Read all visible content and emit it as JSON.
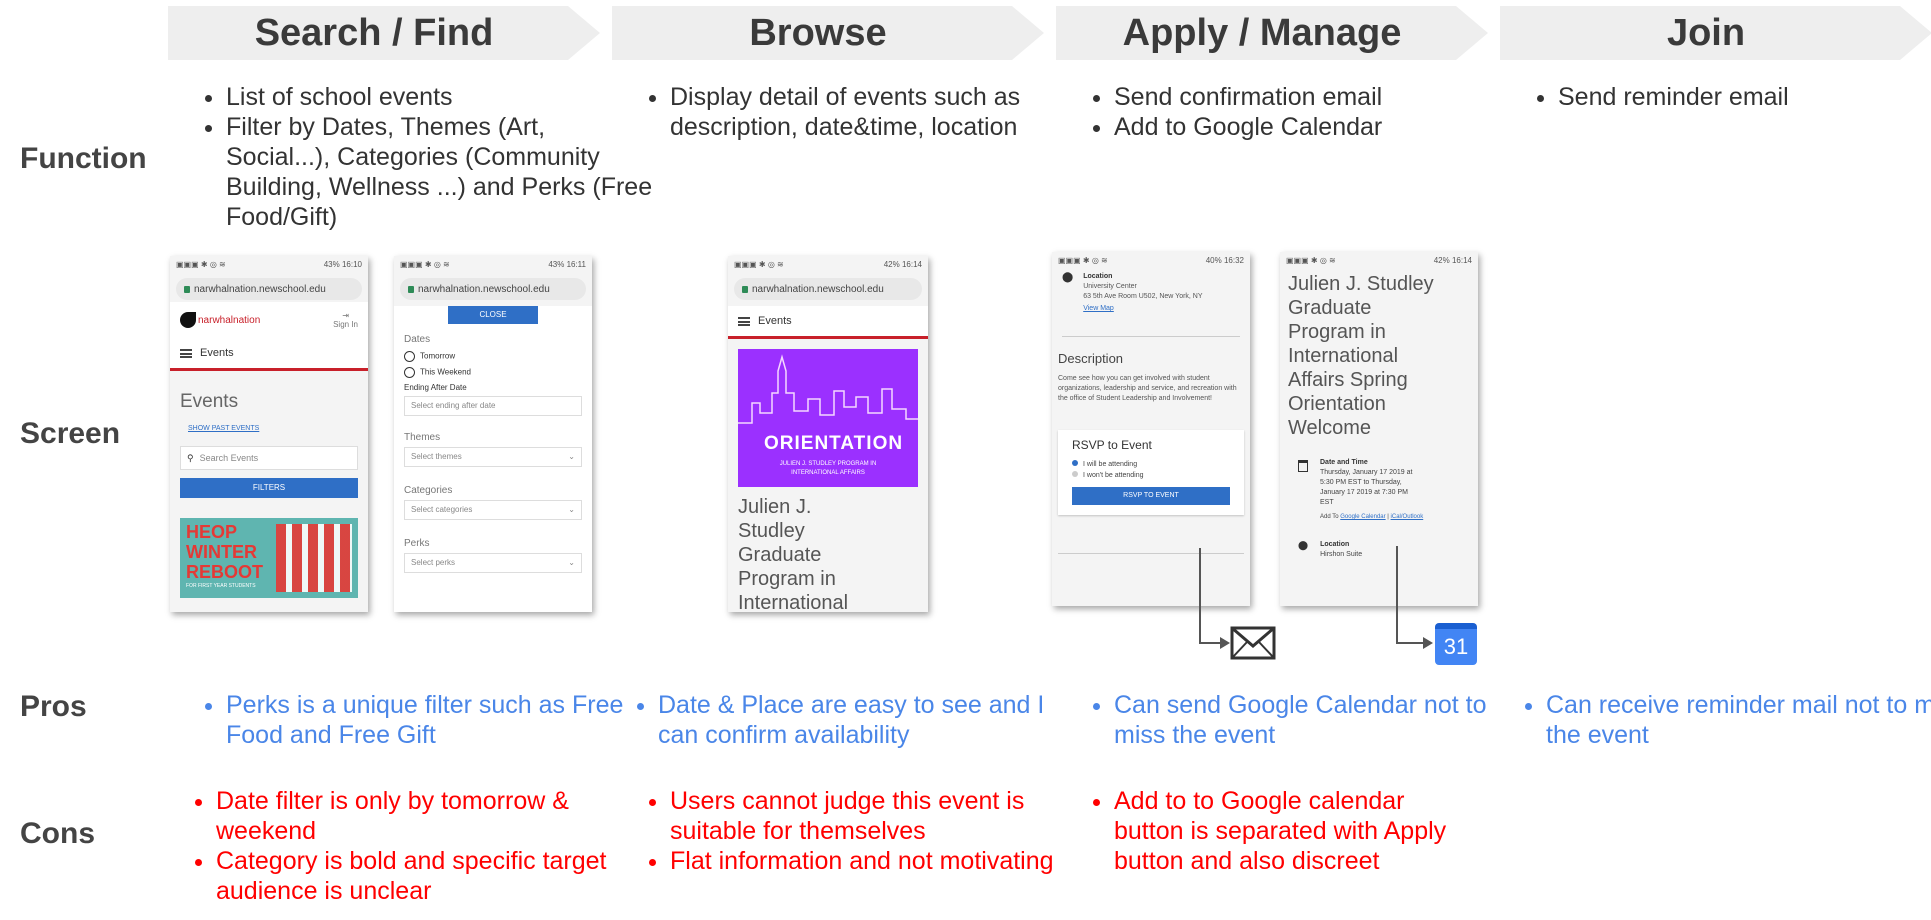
{
  "stages": [
    {
      "title": "Search / Find"
    },
    {
      "title": "Browse"
    },
    {
      "title": "Apply / Manage"
    },
    {
      "title": "Join"
    }
  ],
  "rows": {
    "function": "Function",
    "screen": "Screen",
    "pros": "Pros",
    "cons": "Cons"
  },
  "function": {
    "search": [
      "List of school events",
      "Filter by Dates, Themes (Art, Social...), Categories (Community Building, Wellness ...) and Perks (Free Food/Gift)"
    ],
    "browse": [
      "Display detail of events such as description, date&time, location"
    ],
    "apply": [
      "Send confirmation email",
      "Add to Google Calendar"
    ],
    "join": [
      "Send reminder email"
    ]
  },
  "pros": {
    "search": [
      "Perks is a unique filter such as Free Food and Free Gift"
    ],
    "browse": [
      "Date & Place are easy to see and I can confirm availability"
    ],
    "apply": [
      "Can send Google Calendar not to miss the event"
    ],
    "join": [
      "Can receive reminder mail not to miss the event"
    ]
  },
  "cons": {
    "search": [
      "Date filter is only by tomorrow & weekend",
      "Category is bold and specific target audience is unclear"
    ],
    "browse": [
      "Users cannot judge this event is suitable for themselves",
      "Flat information and not motivating"
    ],
    "apply": [
      "Add to to Google calendar button is separated with Apply button and also discreet"
    ]
  },
  "colors": {
    "pros": "#4a86e8",
    "cons": "#ff0000",
    "header_bg": "#eeeeee",
    "brand_red": "#c8202a",
    "button_blue": "#2f6fc6",
    "orientation_purple": "#9b30ff"
  },
  "screens": {
    "p1": {
      "status": "43% 16:10",
      "url": "narwhalnation.newschool.edu",
      "logo": "narwhalnation",
      "signin": "Sign In",
      "menu": "Events",
      "heading": "Events",
      "past": "SHOW PAST EVENTS",
      "search_ph": "Search Events",
      "filters": "FILTERS",
      "banner_l1": "HEOP",
      "banner_l2": "WINTER",
      "banner_l3": "REBOOT",
      "banner_sub": "FOR FIRST YEAR STUDENTS"
    },
    "p2": {
      "status": "43% 16:11",
      "url": "narwhalnation.newschool.edu",
      "close": "CLOSE",
      "dates": "Dates",
      "tomorrow": "Tomorrow",
      "weekend": "This Weekend",
      "ending": "Ending After Date",
      "ending_ph": "Select ending after date",
      "themes": "Themes",
      "themes_ph": "Select themes",
      "categories": "Categories",
      "categories_ph": "Select categories",
      "perks": "Perks",
      "perks_ph": "Select perks"
    },
    "p3": {
      "status": "42% 16:14",
      "url": "narwhalnation.newschool.edu",
      "menu": "Events",
      "banner_title": "ORIENTATION",
      "banner_sub1": "JULIEN J. STUDLEY PROGRAM IN",
      "banner_sub2": "INTERNATIONAL AFFAIRS",
      "title": "Julien J. Studley Graduate Program in International"
    },
    "p4": {
      "status": "40% 16:32",
      "loc_label": "Location",
      "loc_name": "University Center",
      "loc_addr": "63 5th Ave Room U502, New York, NY",
      "view_map": "View Map",
      "desc_title": "Description",
      "desc_body": "Come see how you can get involved with student organizations, leadership and service, and recreation with the office of Student Leadership and Involvement!",
      "rsvp_title": "RSVP to Event",
      "opt1": "I will be attending",
      "opt2": "I won't be attending",
      "rsvp_btn": "RSVP TO EVENT"
    },
    "p5": {
      "status": "42% 16:14",
      "title": "Julien J. Studley Graduate Program in International Affairs Spring Orientation Welcome",
      "dt_label": "Date and Time",
      "dt_body": "Thursday, January 17 2019 at 5:30 PM EST to Thursday, January 17 2019 at 7:30 PM EST",
      "add_to": "Add To",
      "gcal": "Google Calendar",
      "ical": "iCal/Outlook",
      "loc_label": "Location",
      "loc_name": "Hirshon Suite"
    }
  },
  "calendar_day": "31"
}
